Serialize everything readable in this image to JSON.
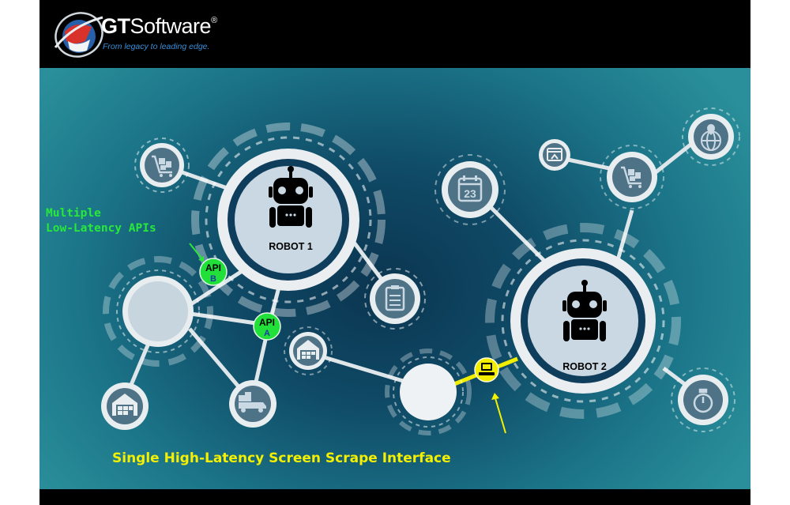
{
  "header": {
    "brand_bold": "GT",
    "brand_rest": "Software",
    "registered": "®",
    "tagline": "From legacy to leading edge."
  },
  "robots": [
    {
      "name": "ROBOT 1"
    },
    {
      "name": "ROBOT 2"
    }
  ],
  "api_badges": [
    {
      "label": "API",
      "letter": "B"
    },
    {
      "label": "API",
      "letter": "A"
    }
  ],
  "annotations": {
    "apis_line1": "Multiple",
    "apis_line2": "Low-Latency APIs",
    "scrape": "Single High-Latency Screen Scrape Interface"
  },
  "icons": {
    "robot1_nodes": [
      "cart-icon",
      "clipboard-icon",
      "warehouse-icon",
      "truck-icon"
    ],
    "robot2_nodes": [
      "calendar-icon",
      "app-window-icon",
      "cart-icon",
      "globe-pin-icon",
      "stopwatch-icon",
      "warehouse-icon",
      "computer-icon"
    ],
    "calendar_day": "23"
  },
  "colors": {
    "api_badge": "#22e03a",
    "scrape_badge": "#f2ee00",
    "scrape_line": "#f2ee00",
    "annotation_green": "#28e83a",
    "annotation_yellow": "#f4f000"
  }
}
